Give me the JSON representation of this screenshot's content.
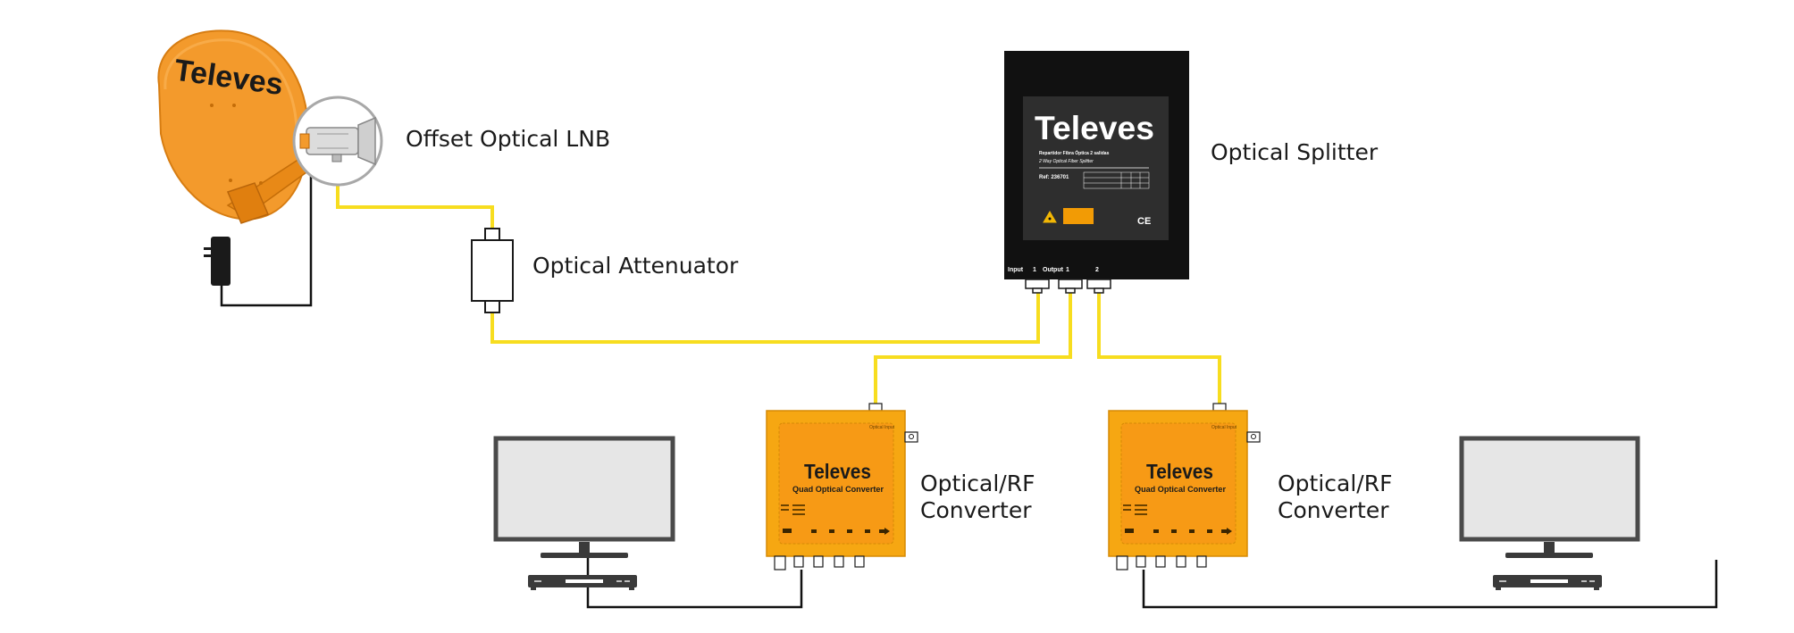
{
  "labels": {
    "lnb": "Offset Optical LNB",
    "attenuator": "Optical Attenuator",
    "splitter": "Optical Splitter",
    "converter_left": [
      "Optical/RF",
      "Converter"
    ],
    "converter_right": [
      "Optical/RF",
      "Converter"
    ]
  },
  "dish": {
    "brand": "Televes"
  },
  "splitter_box": {
    "brand": "Televes",
    "line1": "Repartidor Fibra Óptica 2 salidas",
    "line2": "2 Way Optical Fiber Splitter",
    "ref": "Ref: 236701",
    "ce": "CE",
    "port_input": "Input",
    "port_input_num": "1",
    "port_output": "Output",
    "port_output_1": "1",
    "port_output_2": "2"
  },
  "converter_box": {
    "brand": "Televes",
    "model": "Quad Optical Converter",
    "optical_input": "Optical Input"
  },
  "colors": {
    "fiber": "#f7dd1f",
    "dish_orange": "#f39a2c",
    "converter_orange": "#f6a712",
    "splitter_body": "#111111",
    "tv_screen": "#e6e6e6",
    "tv_frame": "#4a4a4a"
  }
}
